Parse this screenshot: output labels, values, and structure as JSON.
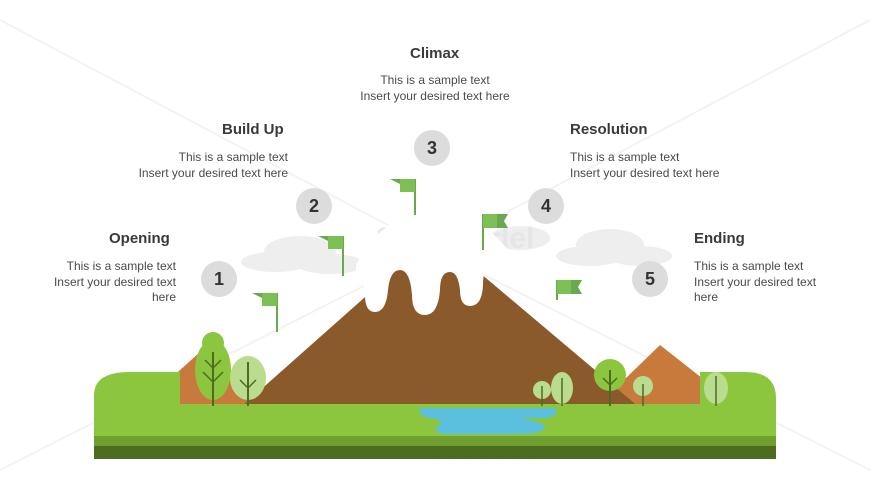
{
  "stages": [
    {
      "number": "1",
      "title": "Opening",
      "desc_line1": "This is a sample text",
      "desc_line2": "Insert your desired text",
      "desc_line3": "here"
    },
    {
      "number": "2",
      "title": "Build Up",
      "desc_line1": "This is a sample text",
      "desc_line2": "Insert your desired text here"
    },
    {
      "number": "3",
      "title": "Climax",
      "desc_line1": "This is a sample text",
      "desc_line2": "Insert your desired text here"
    },
    {
      "number": "4",
      "title": "Resolution",
      "desc_line1": "This is a sample text",
      "desc_line2": "Insert your desired text here"
    },
    {
      "number": "5",
      "title": "Ending",
      "desc_line1": "This is a sample text",
      "desc_line2": "Insert your desired text",
      "desc_line3": "here"
    }
  ],
  "watermark": "SlideModel",
  "colors": {
    "mountain": "#8b5a2b",
    "mountain_shadow": "#7a4e24",
    "snow": "#ffffff",
    "hill": "#c77a3c",
    "grass": "#8cc63f",
    "grass_dark": "#6f9f2f",
    "ground_dark": "#4e6b22",
    "water": "#5bc0de",
    "flag": "#6aa84f",
    "badge": "#dcdcdc",
    "cloud": "#eeeeee"
  }
}
